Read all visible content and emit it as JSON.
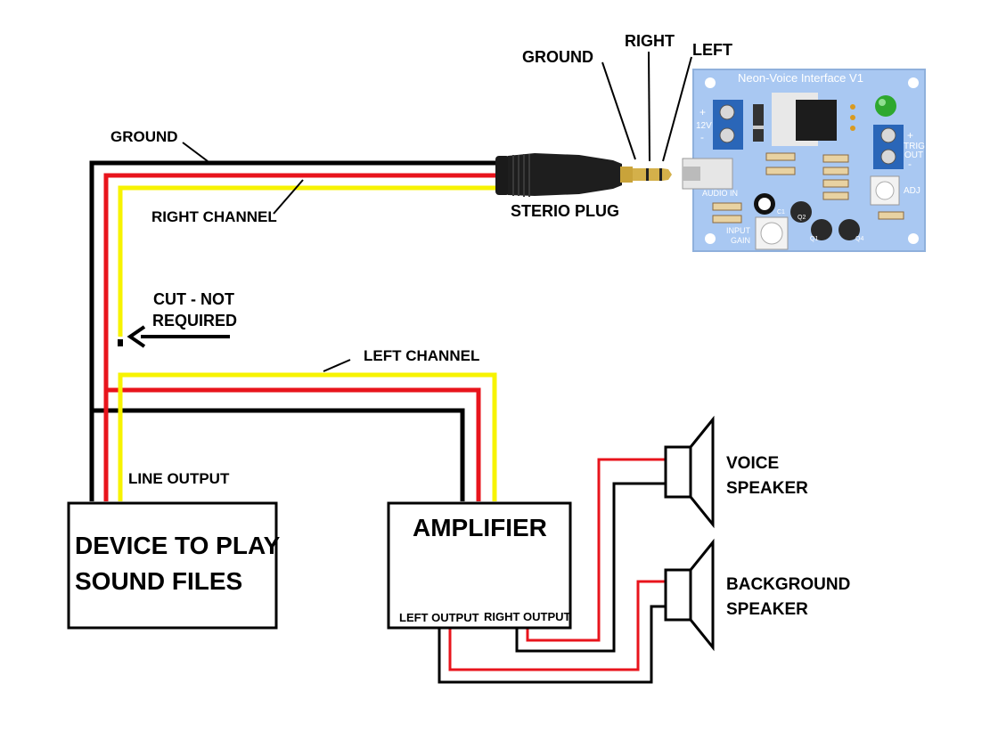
{
  "labels": {
    "ground_top": "GROUND",
    "right_top": "RIGHT",
    "left_top": "LEFT",
    "ground_wire": "GROUND",
    "right_channel": "RIGHT CHANNEL",
    "sterio_plug": "STERIO PLUG",
    "cut_line1": "CUT - NOT",
    "cut_line2": "REQUIRED",
    "left_channel": "LEFT CHANNEL",
    "line_output": "LINE OUTPUT",
    "device_line1": "DEVICE TO PLAY",
    "device_line2": "SOUND FILES",
    "amplifier": "AMPLIFIER",
    "left_output": "LEFT OUTPUT",
    "right_output": "RIGHT OUTPUT",
    "voice_line1": "VOICE",
    "voice_line2": "SPEAKER",
    "background_line1": "BACKGROUND",
    "background_line2": "SPEAKER"
  },
  "board": {
    "title": "Neon-Voice Interface V1",
    "plus_left": "+",
    "v12": "12V",
    "minus_left": "-",
    "plus_right": "+",
    "trig": "TRIG",
    "out": "OUT",
    "minus_right": "-",
    "audio_in": "AUDIO IN",
    "adj": "ADJ",
    "c1": "C1",
    "q2": "Q2",
    "q1": "Q1",
    "q4": "Q4",
    "input": "INPUT",
    "gain": "GAIN"
  },
  "colors": {
    "ground_wire": "#000000",
    "right_wire": "#e8141c",
    "left_wire": "#f7f300",
    "board": "#a9c8f2",
    "led": "#2ea82e"
  }
}
